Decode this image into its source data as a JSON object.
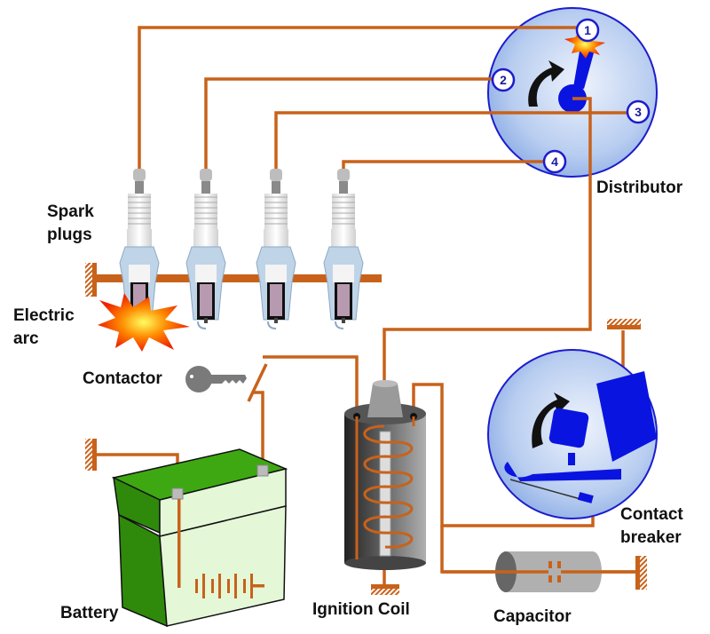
{
  "title": "Ignition system schematic",
  "labels": {
    "distributor": "Distributor",
    "spark_plugs_line1": "Spark",
    "spark_plugs_line2": "plugs",
    "electric_arc_line1": "Electric",
    "electric_arc_line2": "arc",
    "contactor": "Contactor",
    "battery": "Battery",
    "ignition_coil": "Ignition Coil",
    "contact_breaker_line1": "Contact",
    "contact_breaker_line2": "breaker",
    "capacitor": "Capacitor"
  },
  "distributor_terminals": [
    "1",
    "2",
    "3",
    "4"
  ],
  "spark_plug_count": 4,
  "firing_terminal": "1",
  "colors": {
    "wire": "#c8621a",
    "disc_blue": "#aac4ee",
    "disc_edge": "#1c1ccc",
    "rotor": "#0a14e0",
    "battery_green": "#3a9a10",
    "battery_light": "#e4f8d8",
    "coil_gray": "#777777",
    "spark_orange": "#ff7a00",
    "spark_red": "#ee2200",
    "plug_insulator": "#f0f0f0",
    "plug_tip": "#b89ab0"
  }
}
